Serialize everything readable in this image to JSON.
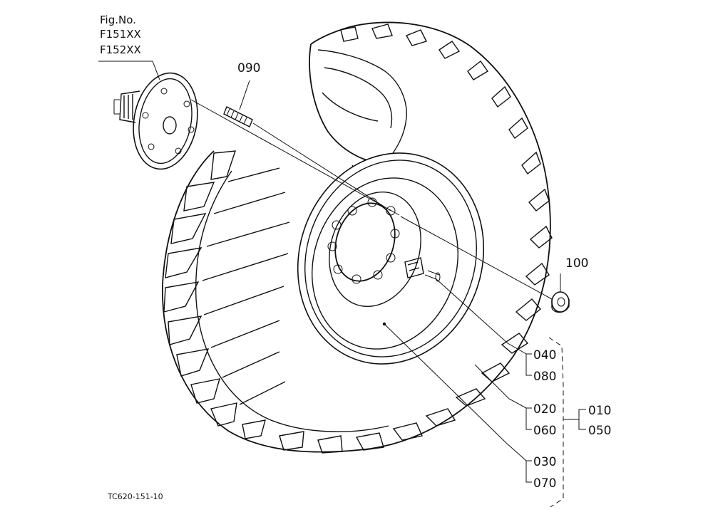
{
  "figure": {
    "fig_no_label": "Fig.No.",
    "fig_numbers": [
      "F151XX",
      "F152XX"
    ],
    "drawing_id": "TC620-151-10"
  },
  "parts": {
    "p090": "090",
    "p100": "100",
    "p040": "040",
    "p080": "080",
    "p020": "020",
    "p060": "060",
    "p030": "030",
    "p070": "070",
    "p010": "010",
    "p050": "050"
  }
}
